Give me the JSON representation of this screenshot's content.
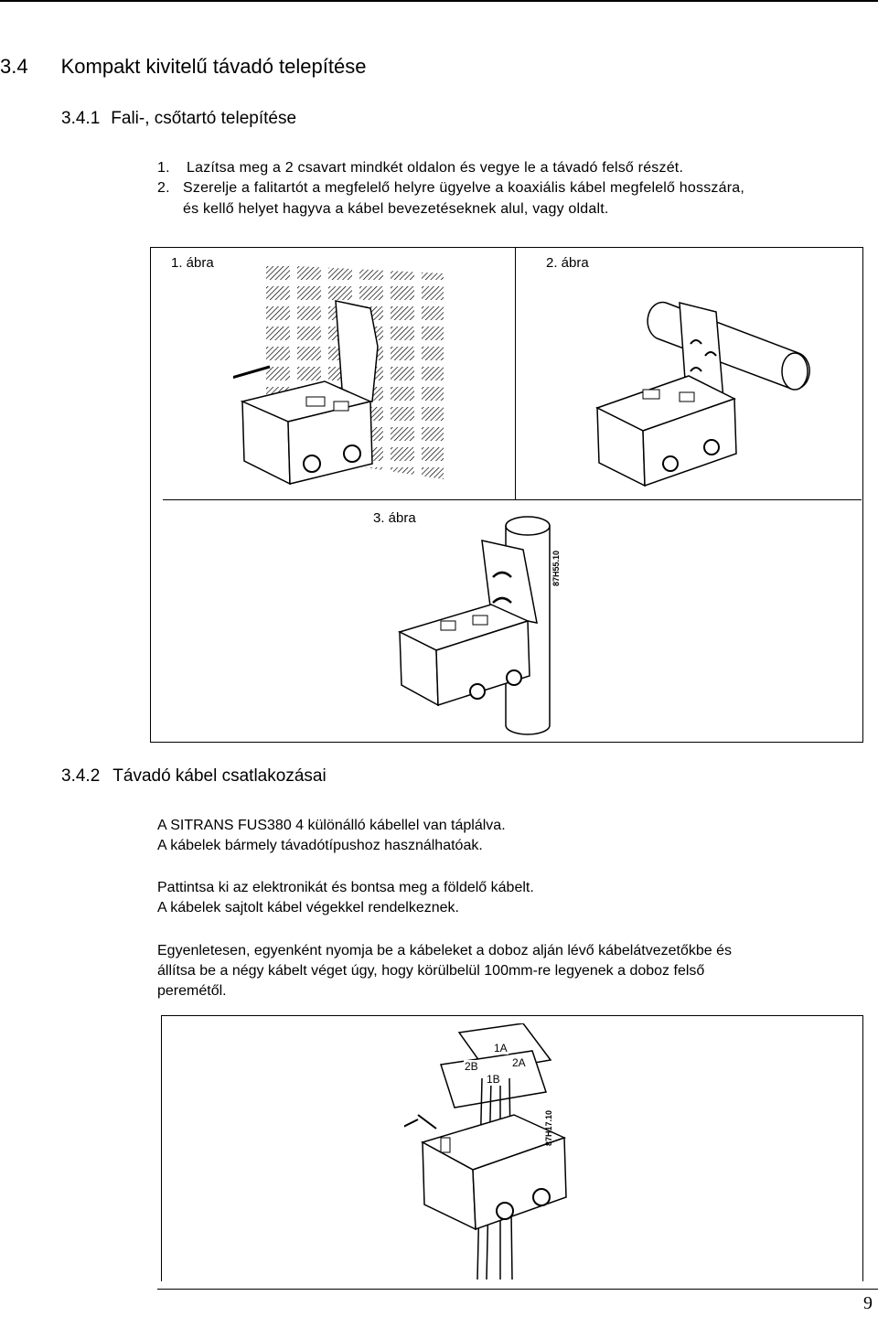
{
  "section": {
    "number": "3.4",
    "title": "Kompakt kivitelű távadó telepítése"
  },
  "subsection1": {
    "number": "3.4.1",
    "title": "Fali-, csőtartó telepítése"
  },
  "steps": [
    {
      "num": "1.",
      "lines": [
        "Lazítsa meg a 2 csavart mindkét oldalon és vegye le a távadó felső részét."
      ]
    },
    {
      "num": "2.",
      "lines": [
        "Szerelje a falitartót a megfelelő helyre ügyelve a koaxiális kábel megfelelő hosszára,",
        "és kellő helyet hagyva a kábel bevezetéseknek alul, vagy oldalt."
      ]
    }
  ],
  "figures": {
    "fig1": {
      "caption": "1. ábra",
      "icon": "wall-mount-drawing"
    },
    "fig2": {
      "caption": "2. ábra",
      "icon": "horizontal-pipe-mount-drawing"
    },
    "fig3": {
      "caption": "3. ábra",
      "code": "87H55.10",
      "icon": "vertical-pipe-mount-drawing"
    },
    "fig4": {
      "code": "87H17.10",
      "labels": [
        "1A",
        "2A",
        "2B",
        "1B"
      ],
      "icon": "cable-connection-drawing"
    }
  },
  "subsection2": {
    "number": "3.4.2",
    "title": "Távadó kábel csatlakozásai"
  },
  "paragraphs": [
    [
      "A SITRANS FUS380 4 különálló kábellel van táplálva.",
      "A kábelek bármely távadótípushoz használhatóak."
    ],
    [
      "Pattintsa ki az elektronikát és bontsa meg a földelő kábelt.",
      "A kábelek sajtolt kábel végekkel rendelkeznek."
    ],
    [
      "Egyenletesen, egyenként nyomja be a kábeleket a doboz alján lévő kábelátvezetőkbe és",
      "állítsa be a négy kábelt véget úgy, hogy körülbelül 100mm-re legyenek a doboz felső",
      "peremétől."
    ]
  ],
  "page_number": "9"
}
